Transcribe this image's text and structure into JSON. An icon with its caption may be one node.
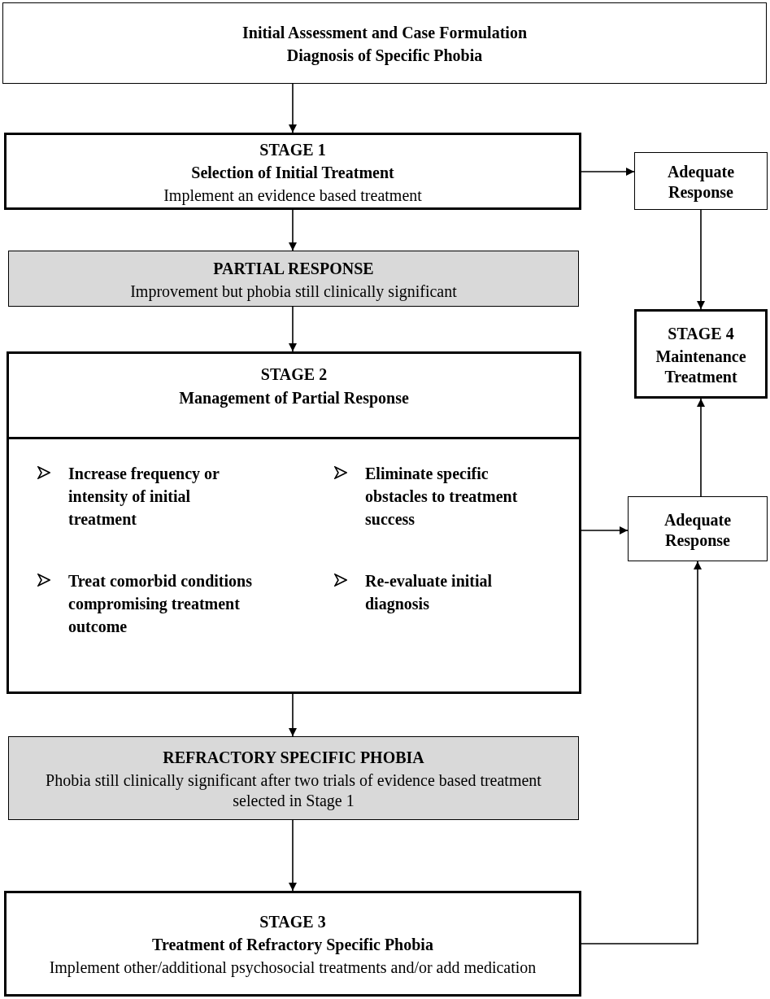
{
  "diagram": {
    "nodes": [
      {
        "text": [
          "Initial Assessment and Case Formulation",
          "Diagnosis of Specific Phobia"
        ]
      },
      {
        "text": [
          "STAGE 1",
          "Selection of Initial Treatment",
          "Implement an evidence based treatment"
        ]
      },
      {
        "text": [
          "Adequate Response"
        ]
      },
      {
        "text": [
          "PARTIAL RESPONSE",
          "Improvement but phobia still clinically significant"
        ]
      },
      {
        "text": [
          "STAGE 4",
          "Maintenance Treatment"
        ]
      },
      {
        "text": [
          "STAGE 2",
          "Management of Partial Response"
        ]
      },
      {
        "text": [
          "Increase frequency or intensity of initial treatment",
          "Eliminate specific obstacles to treatment success",
          "Treat comorbid conditions compromising treatment outcome",
          "Re-evaluate initial diagnosis"
        ],
        "in": 5
      },
      {
        "text": [
          "Adequate Response"
        ]
      },
      {
        "text": [
          "REFRACTORY SPECIFIC PHOBIA",
          "Phobia still clinically significant after two trials of evidence based treatment selected in Stage 1"
        ]
      },
      {
        "text": [
          "STAGE 3",
          "Treatment of Refractory Specific Phobia",
          "Implement other/additional psychosocial treatments and/or add medication"
        ]
      }
    ],
    "edges": [
      {
        "from": 0,
        "to": 1,
        "arrow": "to"
      },
      {
        "from": 1,
        "to": 2,
        "arrow": "to"
      },
      {
        "from": 2,
        "to": 4,
        "arrow": "to"
      },
      {
        "from": 1,
        "to": 3,
        "arrow": "to"
      },
      {
        "from": 3,
        "to": 5,
        "arrow": "to"
      },
      {
        "from": 5,
        "to": 7,
        "arrow": "to"
      },
      {
        "from": 7,
        "to": 4,
        "arrow": "to"
      },
      {
        "from": 5,
        "to": 8,
        "arrow": "to"
      },
      {
        "from": 8,
        "to": 9,
        "arrow": "to"
      },
      {
        "from": 9,
        "to": 7,
        "arrow": "to"
      }
    ]
  }
}
